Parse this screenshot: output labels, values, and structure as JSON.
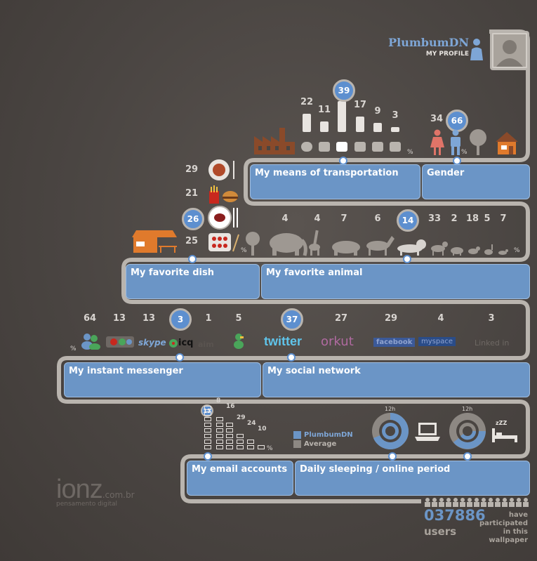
{
  "profile": {
    "name": "PlumbumDN",
    "label": "MY PROFILE"
  },
  "transport": {
    "title": "My means of transportation",
    "values": [
      {
        "icon": "walk-icon",
        "value": "22",
        "fill": 0.56
      },
      {
        "icon": "bicycle-icon",
        "value": "11",
        "fill": 0.28
      },
      {
        "icon": "car-icon",
        "value": "39",
        "fill": 1.0,
        "highlight": true
      },
      {
        "icon": "bus-icon",
        "value": "17",
        "fill": 0.44
      },
      {
        "icon": "train-icon",
        "value": "9",
        "fill": 0.23
      },
      {
        "icon": "helicopter-icon",
        "value": "3",
        "fill": 0.08
      }
    ],
    "percent_sign": "%"
  },
  "gender": {
    "title": "Gender",
    "female": "34",
    "male": "66",
    "percent_sign": "%"
  },
  "dish": {
    "title": "My favorite dish",
    "values": [
      {
        "icon": "pasta-plate-icon",
        "value": "29"
      },
      {
        "icon": "fast-food-icon",
        "value": "21"
      },
      {
        "icon": "steak-plate-icon",
        "value": "26",
        "highlight": true
      },
      {
        "icon": "sushi-icon",
        "value": "25"
      }
    ],
    "percent_sign": "%"
  },
  "animal": {
    "title": "My favorite animal",
    "values": [
      {
        "icon": "elephant-icon",
        "value": "4"
      },
      {
        "icon": "giraffe-icon",
        "value": "4"
      },
      {
        "icon": "bear-icon",
        "value": "7"
      },
      {
        "icon": "horse-icon",
        "value": "6"
      },
      {
        "icon": "lion-icon",
        "value": "14",
        "highlight": true
      },
      {
        "icon": "dog-icon",
        "value": "33"
      },
      {
        "icon": "pig-icon",
        "value": "2"
      },
      {
        "icon": "cat-icon",
        "value": "18"
      },
      {
        "icon": "rabbit-icon",
        "value": "5"
      },
      {
        "icon": "bird-icon",
        "value": "7"
      }
    ],
    "percent_sign": "%"
  },
  "messenger": {
    "title": "My instant messenger",
    "values": [
      {
        "name": "msn",
        "value": "64"
      },
      {
        "name": "gtalk",
        "value": "13"
      },
      {
        "name": "skype",
        "value": "13"
      },
      {
        "name": "icq",
        "value": "3",
        "highlight": true
      },
      {
        "name": "aim",
        "value": "1"
      },
      {
        "name": "adium",
        "value": "5"
      }
    ],
    "percent_sign": "%"
  },
  "social": {
    "title": "My social network",
    "values": [
      {
        "name": "twitter",
        "value": "37",
        "highlight": true
      },
      {
        "name": "orkut",
        "value": "27"
      },
      {
        "name": "facebook",
        "value": "29"
      },
      {
        "name": "myspace",
        "value": "4"
      },
      {
        "name": "Linked in",
        "value": "3"
      }
    ],
    "percent_sign": "%"
  },
  "email": {
    "title": "My email accounts",
    "values": [
      "13",
      "8",
      "16",
      "29",
      "24",
      "10"
    ],
    "percent_sign": "%"
  },
  "legend": {
    "you": "PlumbumDN",
    "average": "Average"
  },
  "sleep": {
    "title": "Daily sleeping / online period",
    "clock_label": "12h",
    "zzz": "zZZ"
  },
  "footer": {
    "brand": "ionz",
    "brand_suffix": ".com.br",
    "brand_tagline": "pensamento digital",
    "count": "037886",
    "users": "users",
    "participated": "have participated in this wallpaper"
  },
  "colors": {
    "accent": "#6b95c6",
    "track": "#b9b4ae",
    "bg": "#4a4542",
    "factory": "#8a4a2a",
    "house": "#e07a2c"
  }
}
